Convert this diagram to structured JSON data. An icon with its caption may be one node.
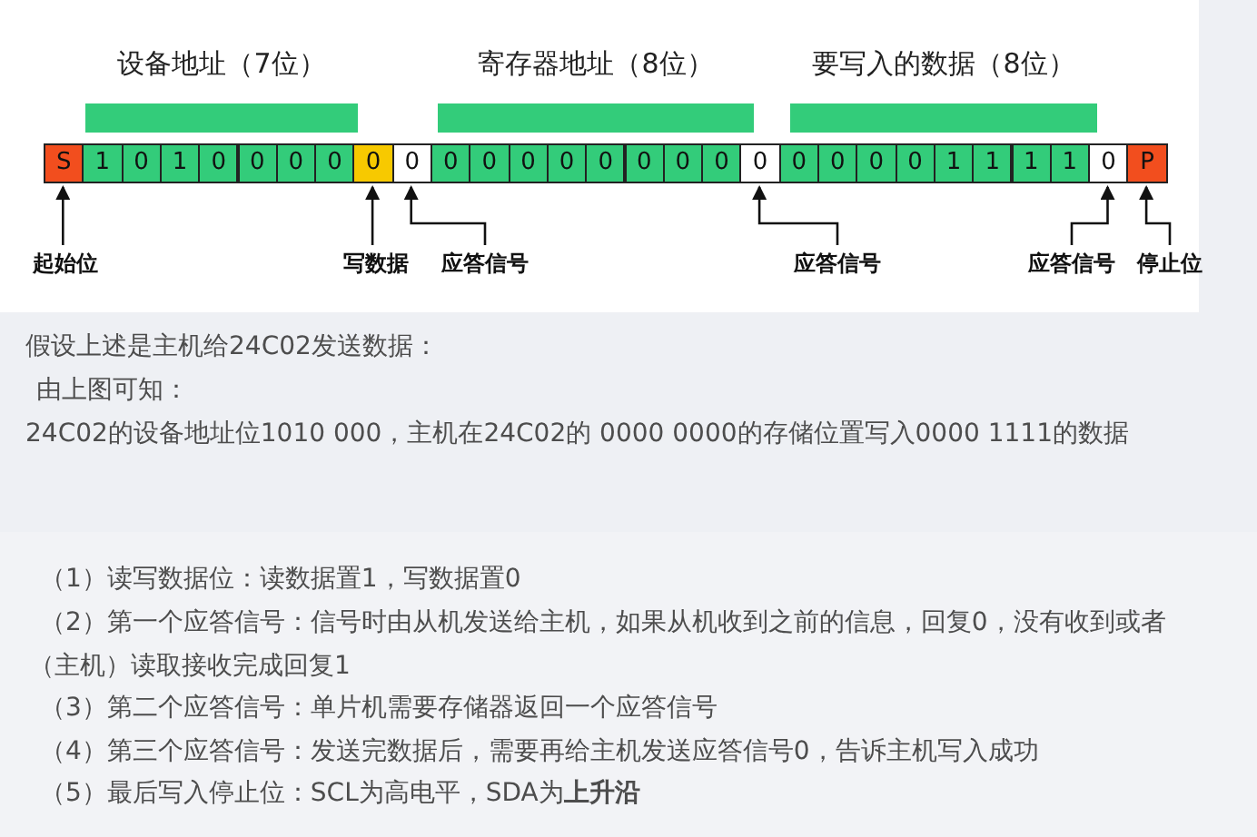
{
  "diagram": {
    "nodes": [
      {
        "text": [
          "设备地址（7位）"
        ]
      },
      {
        "text": [
          "寄存器地址（8位）"
        ]
      },
      {
        "text": [
          "要写入的数据（8位）"
        ]
      },
      {
        "text": [
          "S"
        ]
      },
      {
        "text": [
          "1"
        ]
      },
      {
        "text": [
          "0"
        ]
      },
      {
        "text": [
          "1"
        ]
      },
      {
        "text": [
          "0"
        ]
      },
      {
        "text": [
          "0"
        ]
      },
      {
        "text": [
          "0"
        ]
      },
      {
        "text": [
          "0"
        ]
      },
      {
        "text": [
          "0"
        ]
      },
      {
        "text": [
          "0"
        ]
      },
      {
        "text": [
          "0"
        ]
      },
      {
        "text": [
          "0"
        ]
      },
      {
        "text": [
          "0"
        ]
      },
      {
        "text": [
          "0"
        ]
      },
      {
        "text": [
          "0"
        ]
      },
      {
        "text": [
          "0"
        ]
      },
      {
        "text": [
          "0"
        ]
      },
      {
        "text": [
          "0"
        ]
      },
      {
        "text": [
          "0"
        ]
      },
      {
        "text": [
          "0"
        ]
      },
      {
        "text": [
          "0"
        ]
      },
      {
        "text": [
          "0"
        ]
      },
      {
        "text": [
          "0"
        ]
      },
      {
        "text": [
          "1"
        ]
      },
      {
        "text": [
          "1"
        ]
      },
      {
        "text": [
          "1"
        ]
      },
      {
        "text": [
          "1"
        ]
      },
      {
        "text": [
          "0"
        ]
      },
      {
        "text": [
          "P"
        ]
      },
      {
        "text": [
          "起始位"
        ]
      },
      {
        "text": [
          "写数据"
        ]
      },
      {
        "text": [
          "应答信号"
        ]
      },
      {
        "text": [
          "应答信号"
        ]
      },
      {
        "text": [
          "应答信号"
        ]
      },
      {
        "text": [
          "停止位"
        ]
      }
    ],
    "edges": [
      {
        "from": 32,
        "to": 3,
        "arrow": "to"
      },
      {
        "from": 33,
        "to": 11,
        "arrow": "to"
      },
      {
        "from": 34,
        "to": 12,
        "arrow": "to"
      },
      {
        "from": 35,
        "to": 21,
        "arrow": "to"
      },
      {
        "from": 36,
        "to": 30,
        "arrow": "to"
      },
      {
        "from": 37,
        "to": 31,
        "arrow": "to"
      }
    ],
    "labels": [
      "假设上述是主机给24C02发送数据：",
      "由上图可知：",
      "24C02的设备地址位1010 000，主机在24C02的 0000 0000的存储位置写入0000 1111的数据",
      "（1）读写数据位：读数据置1，写数据置0",
      "（2）第一个应答信号：信号时由从机发送给主机，如果从机收到之前的信息，回复0，没有收到或者（主机）读取接收完成回复1",
      "（3）第二个应答信号：单片机需要存储器返回一个应答信号",
      "（4）第三个应答信号：发送完数据后，需要再给主机发送应答信号0，告诉主机写入成功",
      "（5）最后写入停止位：SCL为高电平，SDA为**上升沿**"
    ]
  }
}
